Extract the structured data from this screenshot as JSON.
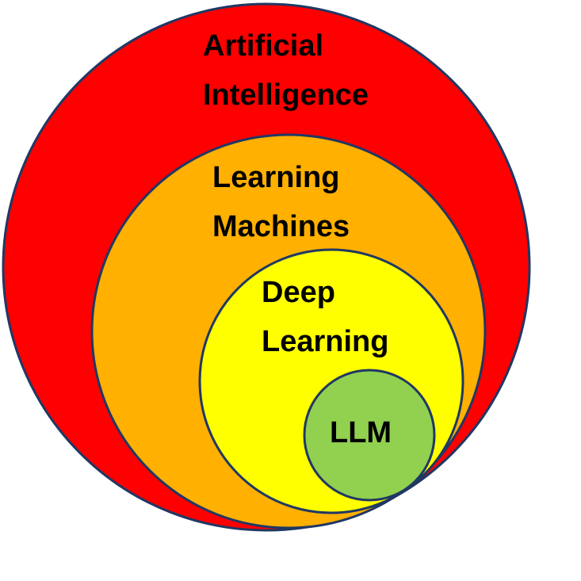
{
  "diagram": {
    "rings": [
      {
        "id": "ai",
        "lines": [
          "Artificial",
          "Intelligence"
        ],
        "color": "#ff0000"
      },
      {
        "id": "lm",
        "lines": [
          "Learning",
          "Machines"
        ],
        "color": "#ffb000"
      },
      {
        "id": "dl",
        "lines": [
          "Deep",
          "Learning"
        ],
        "color": "#ffff00"
      },
      {
        "id": "llm",
        "lines": [
          "LLM"
        ],
        "color": "#92d050"
      }
    ],
    "outline_color": "#1f3864"
  }
}
